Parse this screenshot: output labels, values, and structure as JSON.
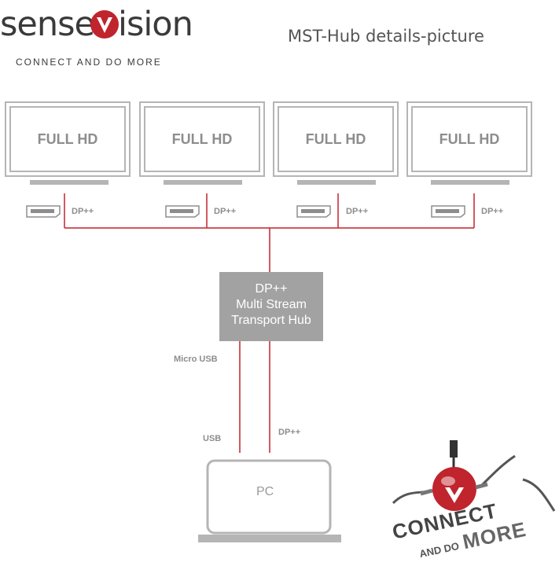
{
  "header": {
    "brand_left": "sense",
    "brand_right": "ision",
    "tagline": "CONNECT AND DO MORE",
    "title": "MST-Hub details-picture"
  },
  "colors": {
    "line_red": "#c0242c",
    "gray": "#b5b5b5",
    "hub_gray": "#a2a2a2",
    "brand_red": "#c0242c"
  },
  "monitors": [
    {
      "label": "FULL HD",
      "port_label": "DP++"
    },
    {
      "label": "FULL HD",
      "port_label": "DP++"
    },
    {
      "label": "FULL HD",
      "port_label": "DP++"
    },
    {
      "label": "FULL HD",
      "port_label": "DP++"
    }
  ],
  "hub": {
    "line1": "DP++",
    "line2": "Multi Stream",
    "line3": "Transport Hub"
  },
  "connections": {
    "micro_usb": "Micro USB",
    "usb": "USB",
    "dp": "DP++"
  },
  "pc": {
    "label": "PC"
  },
  "product_badge": {
    "line1": "CONNECT",
    "line2": "AND DO",
    "line3": "MORE",
    "icon": "red-ball-hub-icon"
  }
}
